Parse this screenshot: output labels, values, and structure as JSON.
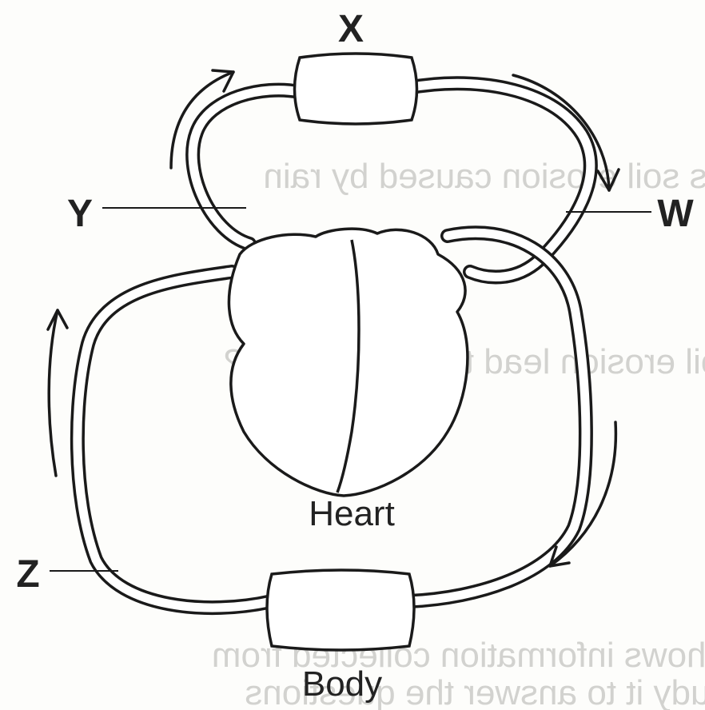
{
  "labels": {
    "x": "X",
    "y": "Y",
    "w": "W",
    "z": "Z",
    "heart": "Heart",
    "body": "Body"
  },
  "bleed_through": {
    "line1": "tant is soil erosion caused by rain",
    "line2": "e soil erosion lead to soil infertility?",
    "line3": "t shows information collected from",
    "line4": "Study it to answer the questions"
  },
  "colors": {
    "ink": "#1a1a1a",
    "paper": "#fdfdfb",
    "bleed": "#d2d2cf"
  }
}
